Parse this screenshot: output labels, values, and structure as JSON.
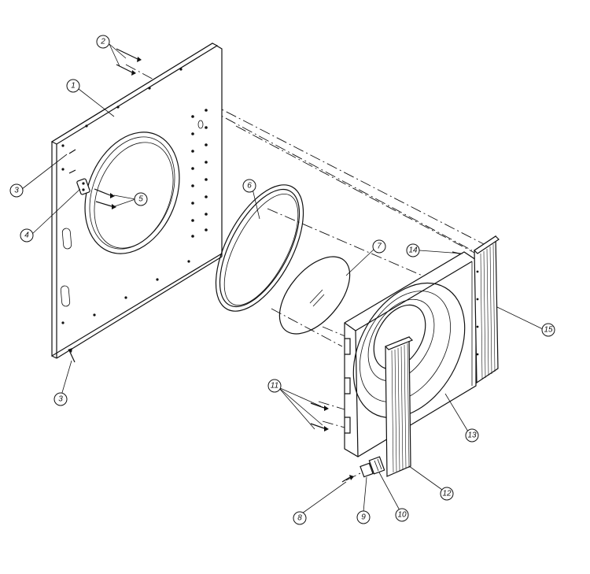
{
  "callouts": [
    {
      "id": "1",
      "text": "1"
    },
    {
      "id": "2",
      "text": "2"
    },
    {
      "id": "3a",
      "text": "3"
    },
    {
      "id": "3b",
      "text": "3"
    },
    {
      "id": "4",
      "text": "4"
    },
    {
      "id": "5",
      "text": "5"
    },
    {
      "id": "6",
      "text": "6"
    },
    {
      "id": "7",
      "text": "7"
    },
    {
      "id": "8",
      "text": "8"
    },
    {
      "id": "9",
      "text": "9"
    },
    {
      "id": "10",
      "text": "10"
    },
    {
      "id": "11",
      "text": "11"
    },
    {
      "id": "12",
      "text": "12"
    },
    {
      "id": "13",
      "text": "13"
    },
    {
      "id": "14",
      "text": "14"
    },
    {
      "id": "15",
      "text": "15"
    }
  ]
}
